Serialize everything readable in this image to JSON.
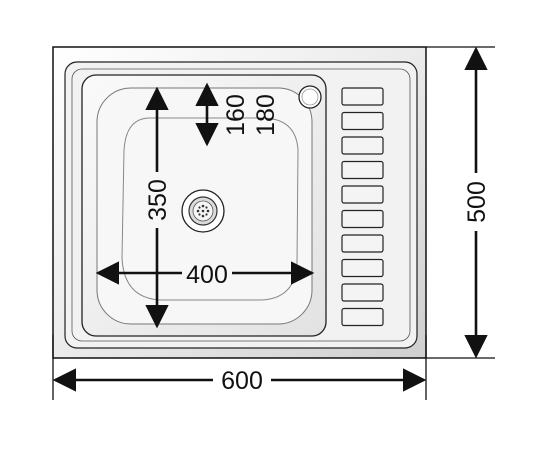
{
  "dimensions": {
    "overall_width": "600",
    "overall_depth": "500",
    "bowl_width": "400",
    "bowl_length": "350",
    "bowl_depth_a": "160",
    "bowl_depth_b": "180"
  },
  "drainer": {
    "slot_count": 10
  },
  "colors": {
    "stroke": "#111111",
    "steel_light": "#f4f4f4",
    "steel_mid": "#d9d9d9",
    "steel_dark": "#9a9a9a"
  }
}
